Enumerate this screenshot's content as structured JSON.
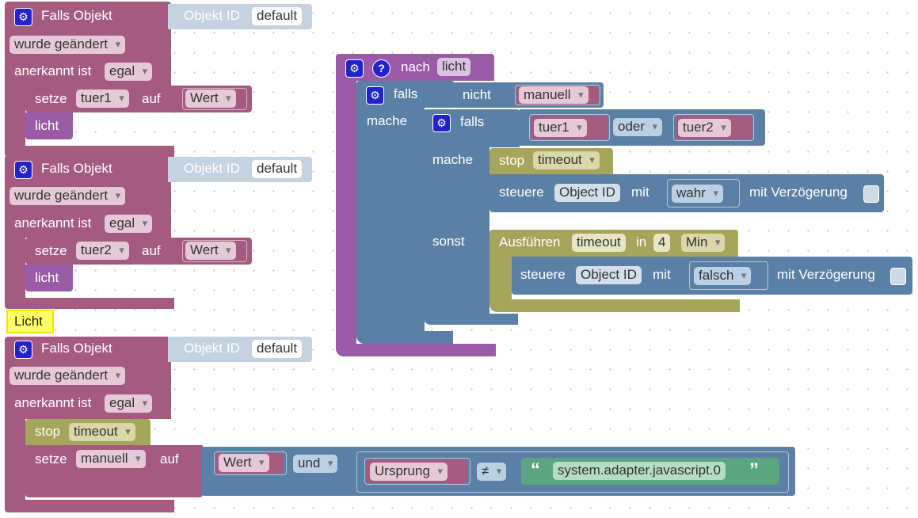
{
  "event1": {
    "title": "Falls Objekt",
    "objid_label": "Objekt ID",
    "objid_value": "default",
    "change": "wurde geändert",
    "ack_label": "anerkannt ist",
    "ack_value": "egal",
    "set_label": "setze",
    "set_var": "tuer1",
    "set_to": "auf",
    "set_value": "Wert",
    "call": "licht"
  },
  "event2": {
    "title": "Falls Objekt",
    "objid_label": "Objekt ID",
    "objid_value": "default",
    "change": "wurde geändert",
    "ack_label": "anerkannt ist",
    "ack_value": "egal",
    "set_label": "setze",
    "set_var": "tuer2",
    "set_to": "auf",
    "set_value": "Wert",
    "call": "licht"
  },
  "comment": "Licht",
  "event3": {
    "title": "Falls Objekt",
    "objid_label": "Objekt ID",
    "objid_value": "default",
    "change": "wurde geändert",
    "ack_label": "anerkannt ist",
    "ack_value": "egal",
    "stop_label": "stop",
    "stop_value": "timeout",
    "set_label": "setze",
    "set_var": "manuell",
    "set_to": "auf",
    "wert": "Wert",
    "und": "und",
    "ursprung": "Ursprung",
    "neq": "≠",
    "string_value": "system.adapter.javascript.0",
    "quote_open": "“",
    "quote_close": "”"
  },
  "func": {
    "nach": "nach",
    "name": "licht",
    "falls": "falls",
    "nicht": "nicht",
    "manuell": "manuell",
    "mache": "mache",
    "falls2": "falls",
    "tuer1": "tuer1",
    "oder": "oder",
    "tuer2": "tuer2",
    "mache2": "mache",
    "stop_label": "stop",
    "stop_value": "timeout",
    "steuere": "steuere",
    "object_id": "Object ID",
    "mit": "mit",
    "wahr": "wahr",
    "mit_delay": "mit Verzögerung",
    "sonst": "sonst",
    "ausfuehren": "Ausführen",
    "timeout": "timeout",
    "in": "in",
    "num": "4",
    "unit": "Min",
    "steuere2": "steuere",
    "object_id2": "Object ID",
    "mit2": "mit",
    "falsch": "falsch",
    "mit_delay2": "mit Verzögerung"
  },
  "icons": {
    "gear": "⚙",
    "help": "?"
  },
  "colors": {
    "event": "#a55b80",
    "function": "#995ba5",
    "logic": "#5b80a5",
    "timer": "#a5a55b",
    "text": "#5ba580",
    "comment": "#ffff66"
  }
}
